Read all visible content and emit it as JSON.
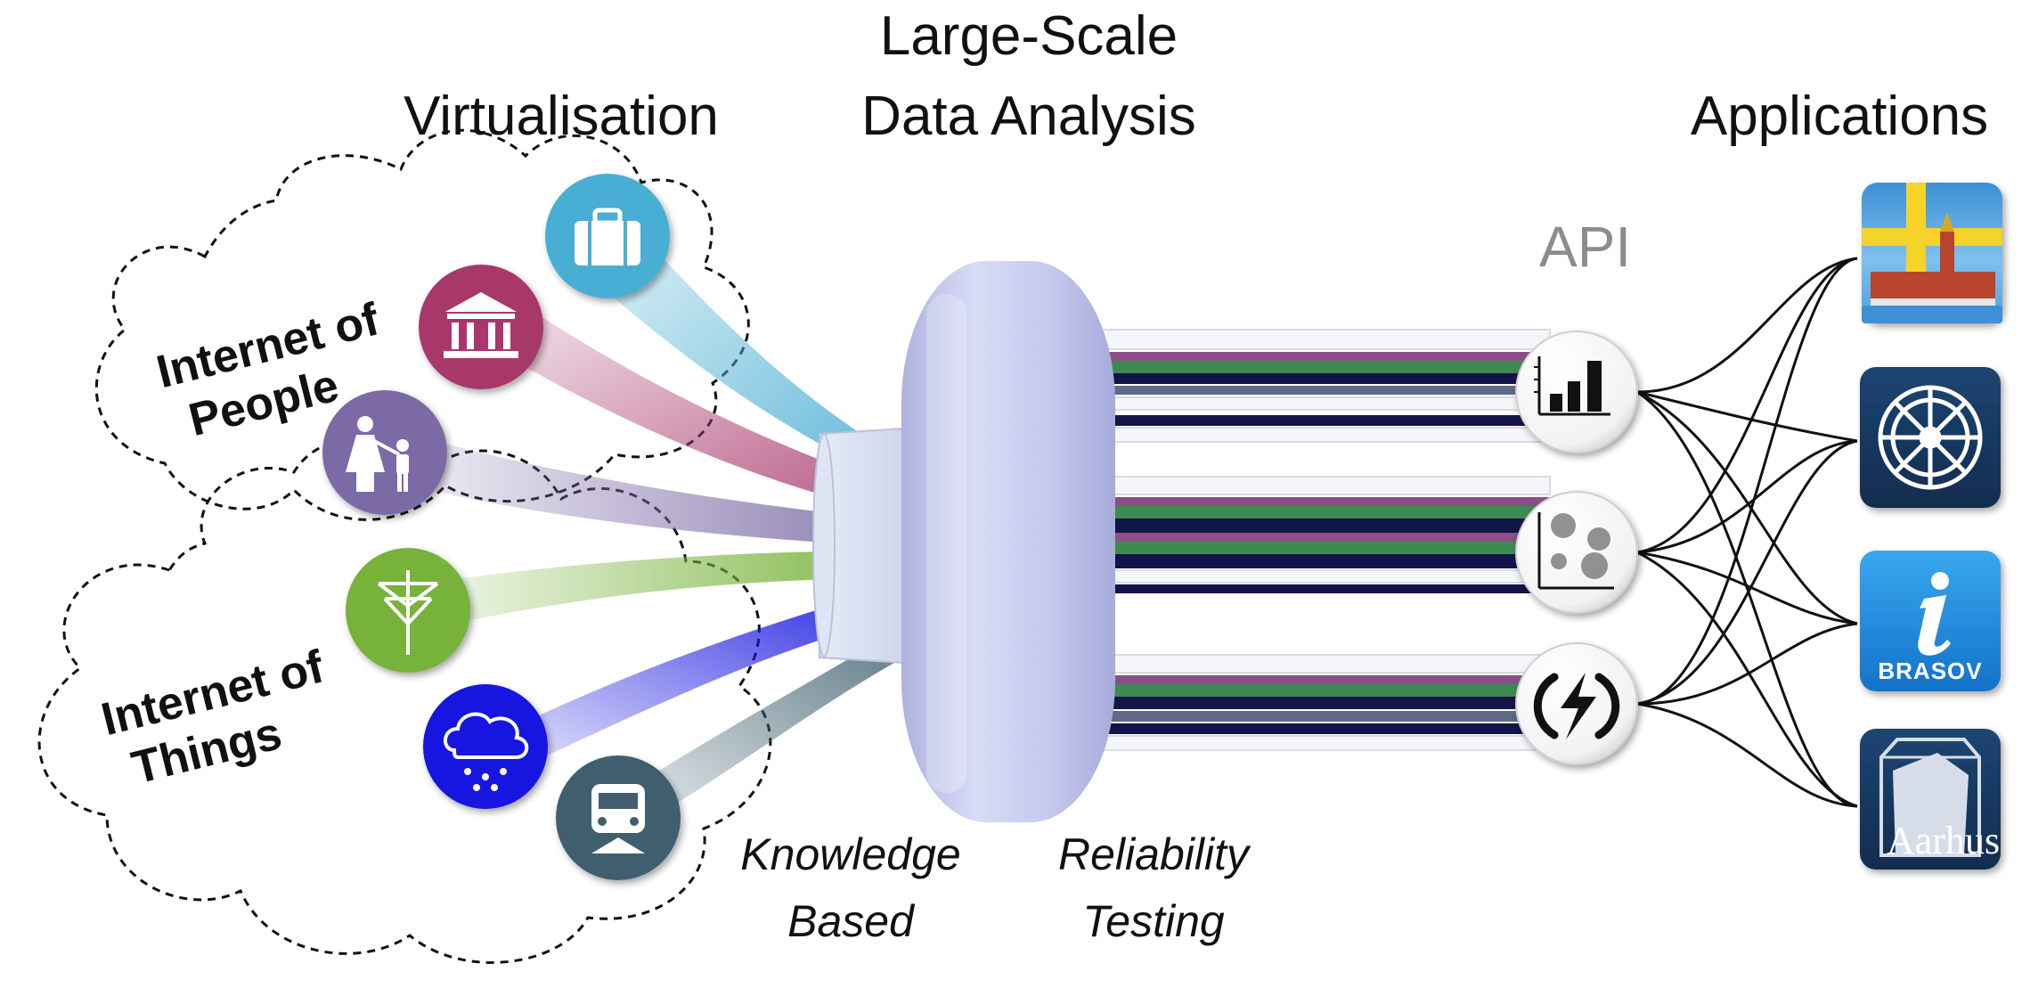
{
  "headings": {
    "virtualisation": "Virtualisation",
    "large_scale_line1": "Large-Scale",
    "large_scale_line2": "Data Analysis",
    "applications": "Applications"
  },
  "clouds": {
    "people_line1": "Internet of",
    "people_line2": "People",
    "things_line1": "Internet of",
    "things_line2": "Things"
  },
  "labels": {
    "knowledge_line1": "Knowledge",
    "knowledge_line2": "Based",
    "reliability_line1": "Reliability",
    "reliability_line2": "Testing",
    "api": "API"
  },
  "source_icons": [
    {
      "icon": "briefcase-icon",
      "color": "#4aaed3"
    },
    {
      "icon": "government-building-icon",
      "color": "#a8386b"
    },
    {
      "icon": "parent-child-icon",
      "color": "#7b6ba6"
    },
    {
      "icon": "power-line-icon",
      "color": "#77b23a"
    },
    {
      "icon": "rain-cloud-icon",
      "color": "#1717e0"
    },
    {
      "icon": "train-icon",
      "color": "#3f5f6e"
    }
  ],
  "api_icons": [
    "bar-chart-icon",
    "cluster-scatter-icon",
    "lightning-alert-icon"
  ],
  "apps": {
    "brasov_label": "BRASOV",
    "aarhus_label": "Aarhus"
  },
  "colors": {
    "cylinder": "#c7cbef",
    "cable_purple": "#8a4f86",
    "cable_green": "#3f8a50",
    "cable_navy": "#121447",
    "app_navy": "#16375f",
    "app_blue": "#1e8fe0"
  }
}
